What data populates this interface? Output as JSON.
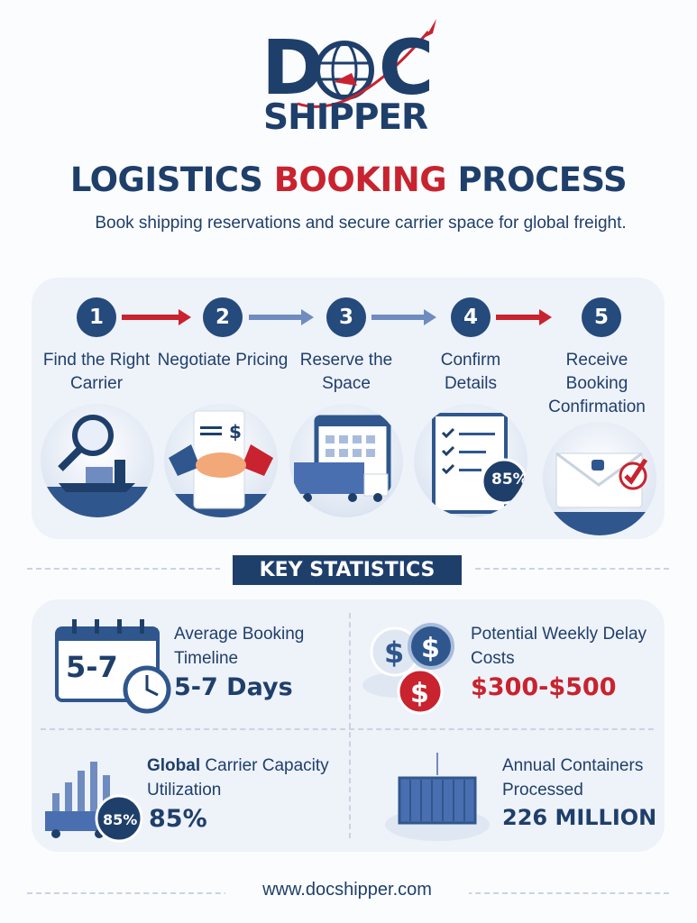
{
  "brand": {
    "logo_top": "DOC",
    "logo_bottom": "SHIPPER"
  },
  "header": {
    "title_part1": "LOGISTICS",
    "title_part2": "BOOKING",
    "title_part3": "PROCESS",
    "subtitle": "Book shipping reservations and secure carrier space for global freight."
  },
  "colors": {
    "navy": "#1f3f6b",
    "red": "#c8232f",
    "panel": "#eef2f9"
  },
  "steps": [
    {
      "number": "1",
      "label": "Find the Right Carrier",
      "icon": "magnifier-ship-icon"
    },
    {
      "number": "2",
      "label": "Negotiate Pricing",
      "icon": "handshake-invoice-icon"
    },
    {
      "number": "3",
      "label": "Reserve the Space",
      "icon": "calendar-truck-icon"
    },
    {
      "number": "4",
      "label": "Confirm Details",
      "icon": "checklist-icon",
      "badge": "85%"
    },
    {
      "number": "5",
      "label": "Receive Booking Confirmation",
      "icon": "envelope-check-icon"
    }
  ],
  "key_statistics": {
    "heading": "KEY STATISTICS",
    "items": [
      {
        "label": "Average Booking Timeline",
        "value": "5-7 Days",
        "icon_text": "5-7",
        "icon": "calendar-clock-icon"
      },
      {
        "label": "Potential Weekly Delay Costs",
        "value": "$300-$500",
        "icon": "coins-icon"
      },
      {
        "label_bold": "Global",
        "label": "Carrier Capacity Utilization",
        "value": "85%",
        "icon_text": "85%",
        "icon": "bar-chart-icon"
      },
      {
        "label": "Annual Containers Processed",
        "value": "226 MILLION",
        "icon": "container-icon"
      }
    ]
  },
  "footer": {
    "url": "www.docshipper.com"
  }
}
